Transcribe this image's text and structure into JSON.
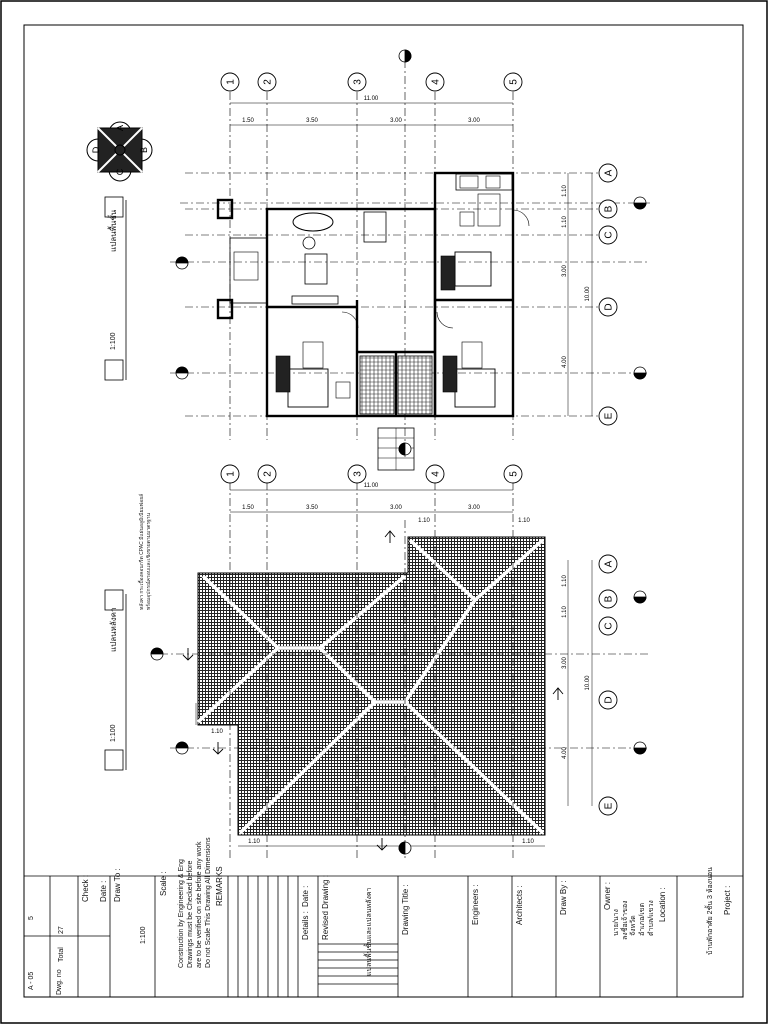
{
  "title_block": {
    "project_label": "Project :",
    "project_value": "บ้านพักอาศัย 2ชั้น 3 ห้องนอน",
    "location_label": "Location :",
    "location_value_1": "ตำบล/แขวง",
    "location_value_2": "อำเภอ/เขต",
    "location_value_3": "จังหวัด",
    "owner_label": "Owner :",
    "owner_value_1": "นาย/นาง",
    "owner_value_2": "ลงชื่อเจ้าของ",
    "draw_by_label": "Draw By :",
    "architects_label": "Architects :",
    "engineers_label": "Engineers :",
    "drawing_title_label": "Drawing Title :",
    "drawing_title_value": "แปลนพื้นชั้นและแปลนหลังคา",
    "revised_label": "Revised Drawing :",
    "date_label": "Date :",
    "details_label": "Details :",
    "remarks_label": "REMARKS",
    "remarks_lines": [
      "Do not Scale This Drawing All Dimensions",
      "are to be verified on site before any work",
      "Drawings must be Checked before",
      "Construction by Engineering & Eng"
    ],
    "scale_label": "Scale :",
    "scale_value": "1:100",
    "draw_to_label": "Draw To :",
    "date2_label": "Date :",
    "check_label": "Check :",
    "sheet_no": "27",
    "total_label": "Total",
    "sheet_index": "5",
    "dwg_no_label": "Dwg. no",
    "dwg_no_value": "A - 05"
  },
  "plans": {
    "floor_title": "แปลนพื้นชั้น",
    "floor_scale": "1:100",
    "roof_title": "แปลนหลังคา",
    "roof_scale": "1:100",
    "roof_note_1": "หลังคา กระเบื้องคอนกรีต CPAC มีแผ่นอลูมิเนียมฟอยล์",
    "roof_note_2": "พร้อมอุปกรณ์ครอบและเชิงชายตามมาตรฐาน"
  },
  "grid": {
    "cols": [
      "1",
      "2",
      "3",
      "4",
      "5"
    ],
    "rows": [
      "A",
      "B",
      "C",
      "D",
      "E"
    ],
    "total_width": "11.00",
    "bay_widths": [
      "1.50",
      "3.50",
      "3.00",
      "3.00"
    ],
    "total_depth": "10.00",
    "row_dims": [
      "1.10",
      "1.10",
      "3.00",
      "4.00"
    ],
    "overhang": "1.10"
  },
  "compass": {
    "letters": [
      "A",
      "B",
      "C",
      "D"
    ]
  }
}
